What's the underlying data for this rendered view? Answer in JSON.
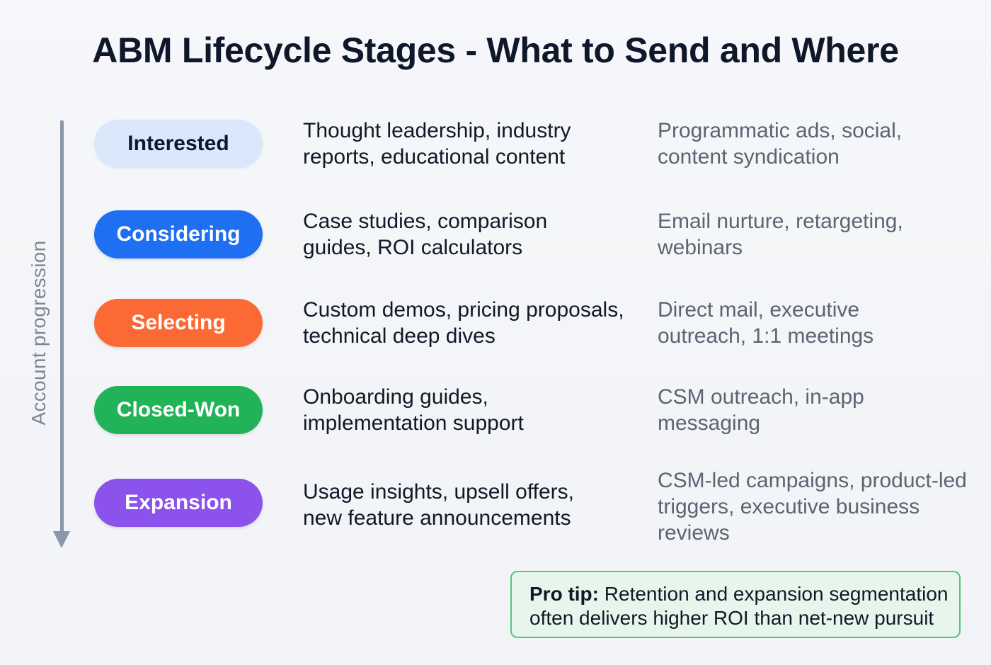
{
  "title": "ABM Lifecycle Stages - What to Send and Where",
  "axis_label": "Account progression",
  "stages": [
    {
      "name": "Interested",
      "content": "Thought leadership, industry reports, educational content",
      "channels": "Programmatic ads, social, content syndication",
      "color": "#dbe8fc"
    },
    {
      "name": "Considering",
      "content": "Case studies, comparison guides, ROI calculators",
      "channels": "Email nurture, retargeting, webinars",
      "color": "#1f6ff2"
    },
    {
      "name": "Selecting",
      "content": "Custom demos, pricing proposals, technical deep dives",
      "channels": "Direct mail, executive outreach, 1:1 meetings",
      "color": "#fb6a35"
    },
    {
      "name": "Closed-Won",
      "content": "Onboarding guides, implementation support",
      "channels": "CSM outreach, in-app messaging",
      "color": "#22b358"
    },
    {
      "name": "Expansion",
      "content": "Usage insights, upsell offers, new feature announcements",
      "channels": "CSM-led campaigns, product-led triggers, executive business reviews",
      "color": "#8b52ec"
    }
  ],
  "tip": {
    "label": "Pro tip:",
    "text": "Retention and expansion segmentation often delivers higher ROI than net-new pursuit"
  }
}
